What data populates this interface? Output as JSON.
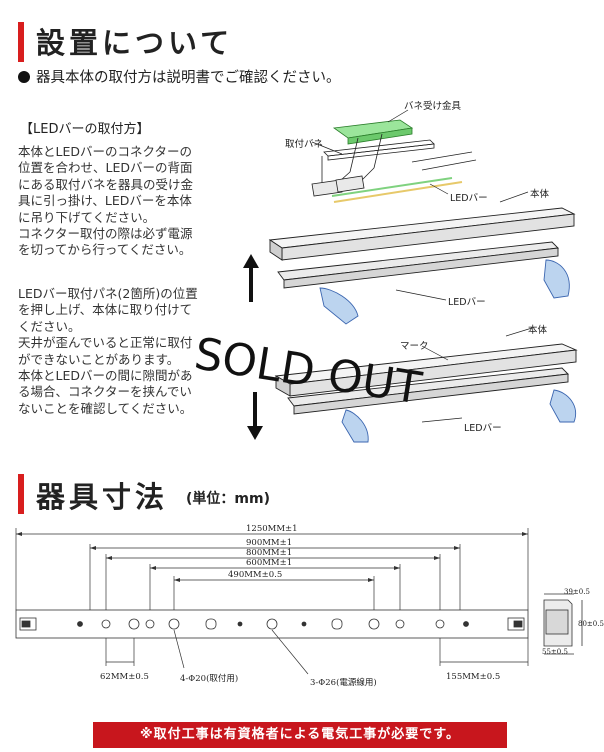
{
  "section1": {
    "title": "設置について",
    "note": "器具本体の取付方は説明書でご確認ください。",
    "subheading": "【LEDバーの取付方】",
    "paragraph1": [
      "本体とLEDバーのコネクターの",
      "位置を合わせ、LEDバーの背面",
      "にある取付バネを器具の受け金",
      "具に引っ掛け、LEDバーを本体",
      "に吊り下げてください。",
      "コネクター取付の際は必ず電源",
      "を切ってから行ってください。"
    ],
    "paragraph2": [
      "LEDバー取付パネ(2箇所)の位置",
      "を押し上げ、本体に取り付けて",
      "ください。",
      "天井が歪んでいると正常に取付",
      "ができないことがあります。",
      "本体とLEDバーの間に隙間があ",
      "る場合、コネクターを挟んでい",
      "ないことを確認してください。"
    ],
    "labels": {
      "bracket": "バネ受け金具",
      "spring": "取付バネ",
      "led_bar_1": "LEDバー",
      "body_1": "本体",
      "led_bar_2": "LEDバー",
      "mark": "マーク",
      "body_2": "本体",
      "led_bar_3": "LEDバー"
    },
    "stamp": "SOLD OUT"
  },
  "section2": {
    "title": "器具寸法",
    "unit": "(単位：mm)",
    "dims": {
      "d1250": "1250MM±1",
      "d900": "900MM±1",
      "d800": "800MM±1",
      "d600": "600MM±1",
      "d490": "490MM±0.5",
      "d62": "62MM±0.5",
      "d155": "155MM±0.5",
      "hole_mount": "4-Φ20(取付用)",
      "hole_power": "3-Φ26(電源線用)",
      "side_w": "39±0.5",
      "side_h": "80±0.5",
      "side_b": "55±0.5"
    }
  },
  "warning": "※取付工事は有資格者による電気工事が必要です。"
}
